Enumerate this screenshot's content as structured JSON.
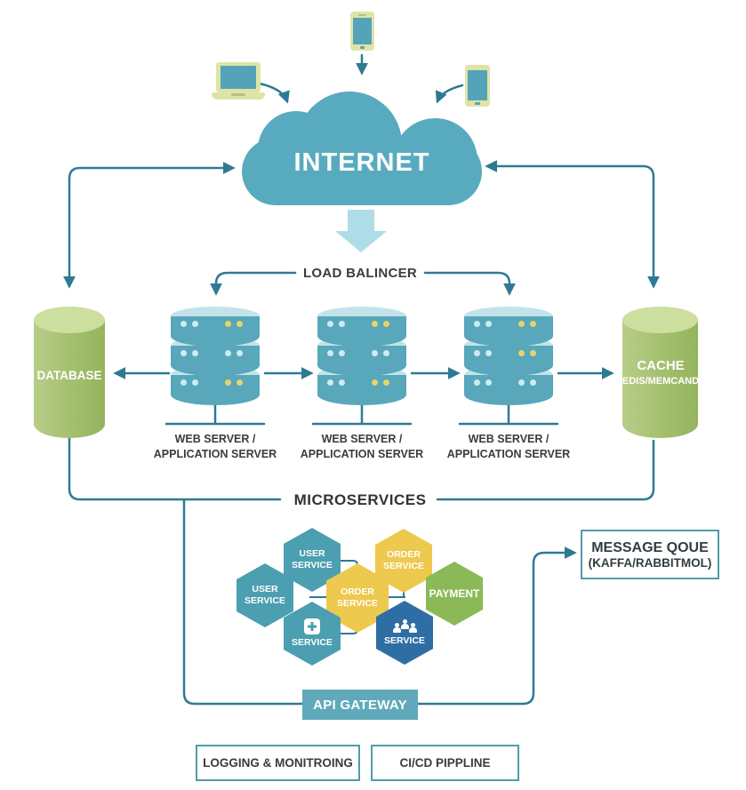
{
  "internet_label": "INTERNET",
  "load_balancer_label": "LOAD BALINCER",
  "database": {
    "label": "DATABASE"
  },
  "cache": {
    "label": "CACHE",
    "sublabel": "EDIS/MEMCAND"
  },
  "servers": [
    {
      "line1": "WEB SERVER /",
      "line2": "APPLICATION SERVER"
    },
    {
      "line1": "WEB SERVER /",
      "line2": "APPLICATION SERVER"
    },
    {
      "line1": "WEB SERVER /",
      "line2": "APPLICATION SERVER"
    }
  ],
  "microservices": {
    "title": "MICROSERVICES",
    "hexagons": [
      {
        "id": "user-service-top",
        "line1": "USER",
        "line2": "SERVICE",
        "color": "#4c9fb0"
      },
      {
        "id": "user-service-left",
        "line1": "USER",
        "line2": "SERVICE",
        "color": "#4c9fb0"
      },
      {
        "id": "order-service-center",
        "line1": "ORDER",
        "line2": "SERVICE",
        "color": "#edc94e"
      },
      {
        "id": "order-service-top",
        "line1": "ORDER",
        "line2": "SERVICE",
        "color": "#edc94e"
      },
      {
        "id": "payment",
        "line1": "PAYMENT",
        "line2": "",
        "color": "#8cb958"
      },
      {
        "id": "service-module",
        "line1": "SERVICE",
        "line2": "",
        "color": "#4c9fb0"
      },
      {
        "id": "service-team",
        "line1": "SERVICE",
        "line2": "",
        "color": "#2f6ea5"
      }
    ]
  },
  "message_queue": {
    "line1": "MESSAGE QOUE",
    "line2": "(KAFFA/RABBITMOL)"
  },
  "api_gateway_label": "API GATEWAY",
  "footer_boxes": [
    {
      "label": "LOGGING & MONITROING"
    },
    {
      "label": "CI/CD PIPPLINE"
    }
  ],
  "icons": {
    "laptop": "laptop-icon",
    "smartphone": "smartphone-icon",
    "tablet": "tablet-icon",
    "cloud": "internet-cloud-icon",
    "big_down_arrow": "down-arrow-icon",
    "database_cylinder": "database-cylinder-icon",
    "cache_cylinder": "cache-cylinder-icon",
    "server_stack": "server-stack-icon",
    "service_module": "module-plus-icon",
    "service_team": "team-icon"
  },
  "colors": {
    "cloud_teal": "#58abbe",
    "device_body": "#dfe4a6",
    "device_screen": "#55a3b8",
    "wire_teal": "#2e7a93",
    "pale_arrow": "#aedde7",
    "cylinder_green": "#a3bf6e",
    "cylinder_green_top": "#cddf9f",
    "server_teal": "#58a7bb",
    "server_cap": "#c2e3ea",
    "dot_blue": "#cfeaf1",
    "dot_yellow": "#e7d468",
    "hex_teal": "#4c9fb0",
    "hex_yellow": "#edc94e",
    "hex_green": "#8cb958",
    "hex_blue": "#2f6ea5",
    "box_border": "#4f9dab",
    "api_gateway_bg": "#5fa9ba",
    "text_dark": "#3b3b3b"
  }
}
